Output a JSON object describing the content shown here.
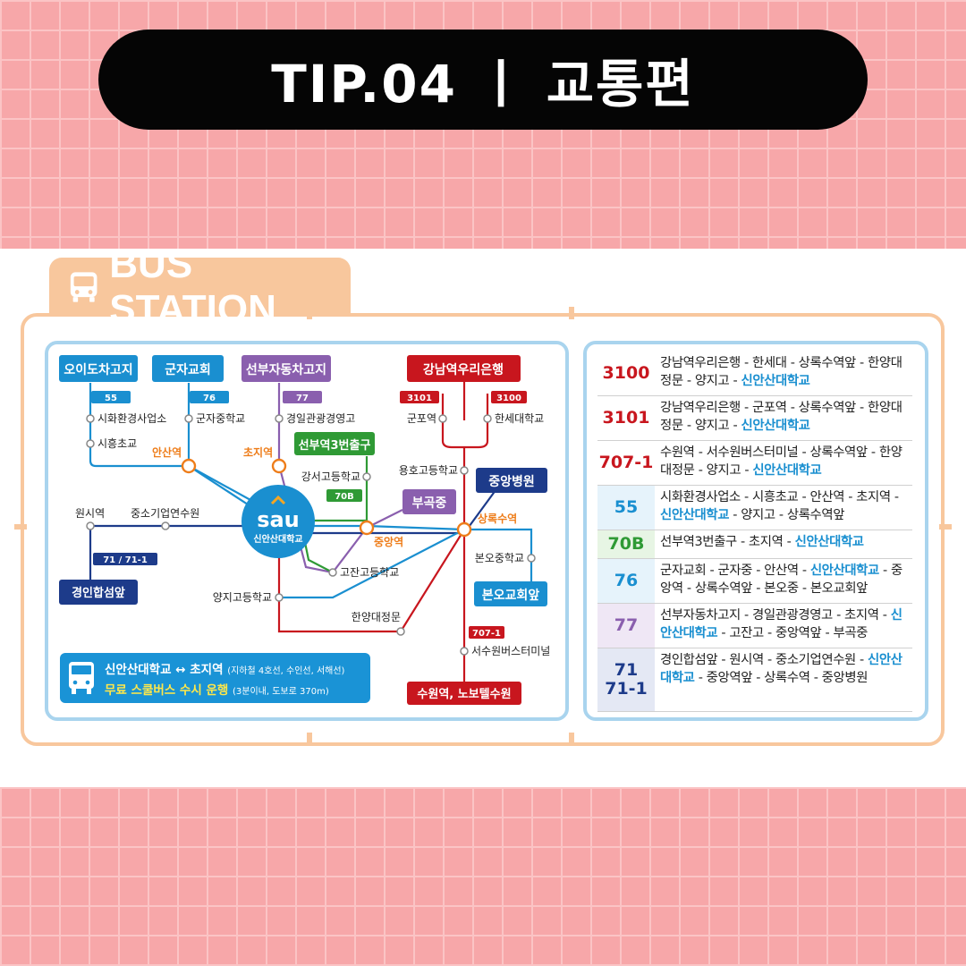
{
  "title": "TIP.04 ㅣ 교통편",
  "section_label": "BUS STATION",
  "map": {
    "terminals": {
      "oido": "오이도차고지",
      "gunja": "군자교회",
      "seonbu": "선부자동차고지",
      "gangnam": "강남역우리은행",
      "seonbu3": "선부역3번출구",
      "bugok": "부곡중",
      "jungang_hospital": "중앙병원",
      "gyeongin": "경인합섬앞",
      "bonoh": "본오교회앞",
      "suwon": "수원역, 노보텔수원"
    },
    "badges": {
      "b55": "55",
      "b76": "76",
      "b77": "77",
      "b3101": "3101",
      "b3100": "3100",
      "b70B": "70B",
      "b71": "71 / 71-1",
      "b707": "707-1"
    },
    "stops": {
      "siheung_env": "시화환경사업소",
      "siheung_elem": "시흥초교",
      "gunja_mid": "군자중학교",
      "gyeongil": "경일관광경영고",
      "gunpo": "군포역",
      "hanse": "한세대학교",
      "yongho": "용호고등학교",
      "gangseo": "강서고등학교",
      "wonsi": "원시역",
      "sme": "중소기업연수원",
      "gojan": "고잔고등학교",
      "yangji": "양지고등학교",
      "hanyang": "한양대정문",
      "bonoh_mid": "본오중학교",
      "suwon_terminal": "서수원버스터미널"
    },
    "stations": {
      "ansan": "안산역",
      "choji": "초지역",
      "jungang": "중앙역",
      "sangnoksu": "상록수역"
    },
    "logo": {
      "mark": "sau",
      "name": "신안산대학교"
    },
    "shuttle": {
      "line1": "신안산대학교 ↔ 초지역",
      "line1_note": "(지하철 4호선, 수인선, 서해선)",
      "line2": "무료 스쿨버스 수시 운행",
      "line2_note": "(3분이내, 도보로 370m)"
    }
  },
  "routes": [
    {
      "num": "3100",
      "color": "#c8161e",
      "bg": "#ffffff",
      "desc": "강남역우리은행 - 한세대 - 상록수역앞 - 한양대정문 - 양지고 - ",
      "highlight": "신안산대학교",
      "after": ""
    },
    {
      "num": "3101",
      "color": "#c8161e",
      "bg": "#ffffff",
      "desc": "강남역우리은행 - 군포역 - 상록수역앞 - 한양대정문 - 양지고 - ",
      "highlight": "신안산대학교",
      "after": ""
    },
    {
      "num": "707-1",
      "color": "#c8161e",
      "bg": "#ffffff",
      "desc": "수원역 - 서수원버스터미널 - 상록수역앞 - 한양대정문 - 양지고 - ",
      "highlight": "신안산대학교",
      "after": ""
    },
    {
      "num": "55",
      "color": "#1a8fd0",
      "bg": "#e6f3fb",
      "desc": "시화환경사업소 - 시흥초교 - 안산역 - 초지역 - ",
      "highlight": "신안산대학교",
      "after": " - 양지고 - 상록수역앞"
    },
    {
      "num": "70B",
      "color": "#2f9a35",
      "bg": "#e7f5e4",
      "desc": "선부역3번출구 - 초지역 - ",
      "highlight": "신안산대학교",
      "after": ""
    },
    {
      "num": "76",
      "color": "#1a8fd0",
      "bg": "#e6f3fb",
      "desc": "군자교회 - 군자중 - 안산역 - ",
      "highlight": "신안산대학교",
      "after": " - 중앙역 - 상록수역앞 - 본오중 - 본오교회앞"
    },
    {
      "num": "77",
      "color": "#8a5fae",
      "bg": "#efe7f5",
      "desc": "선부자동차고지 - 경일관광경영고 - 초지역 - ",
      "highlight": "신안산대학교",
      "after": " - 고잔고 - 중앙역앞 - 부곡중"
    },
    {
      "num": "71\n71-1",
      "color": "#1d3b8a",
      "bg": "#e4e8f4",
      "desc": "경인합섬앞 - 원시역 - 중소기업연수원 - ",
      "highlight": "신안산대학교",
      "after": " - 중앙역앞 - 상록수역 - 중앙병원"
    }
  ],
  "colors": {
    "blue": "#1a8fd0",
    "red": "#c8161e",
    "green": "#2f9a35",
    "purple": "#8a5fae",
    "navy": "#1d3b8a",
    "orange": "#ee7d1a",
    "frame": "#f8c79d",
    "pink": "#f7a7a9"
  }
}
